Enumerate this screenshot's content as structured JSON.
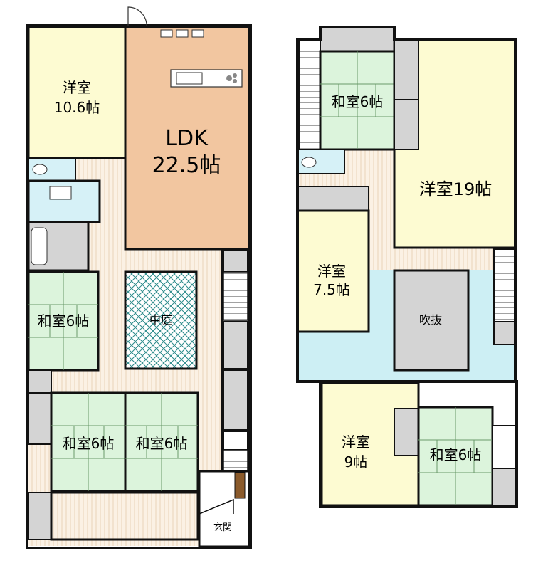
{
  "colors": {
    "wall": "#111111",
    "ldk_floor": "#f2c6a0",
    "western_room": "#fdfbd2",
    "tatami_room": "#dcf4dc",
    "wet_area": "#d6f1f7",
    "corridor": "#fbf1e4",
    "closet": "#d4d4d4",
    "stairwell": "#d4d4d4",
    "courtyard_hatch": "#2a8a8a",
    "first_floor_hall": "#cdeff4",
    "entrance_post": "#8a5a2b"
  },
  "first_floor": {
    "western_room": {
      "name": "洋室",
      "size": "10.6帖"
    },
    "ldk": {
      "name": "LDK",
      "size": "22.5帖"
    },
    "tatami_left": {
      "label": "和室6帖"
    },
    "courtyard": {
      "label": "中庭"
    },
    "tatami_bottom_left": {
      "label": "和室6帖"
    },
    "tatami_bottom_right": {
      "label": "和室6帖"
    },
    "entrance": {
      "label": "玄関"
    }
  },
  "second_floor": {
    "tatami_top": {
      "label": "和室6帖"
    },
    "western_large": {
      "label": "洋室19帖"
    },
    "western_mid": {
      "name": "洋室",
      "size": "7.5帖"
    },
    "void": {
      "label": "吹抜"
    },
    "western_small": {
      "name": "洋室",
      "size": "9帖"
    },
    "tatami_bottom": {
      "label": "和室6帖"
    }
  }
}
